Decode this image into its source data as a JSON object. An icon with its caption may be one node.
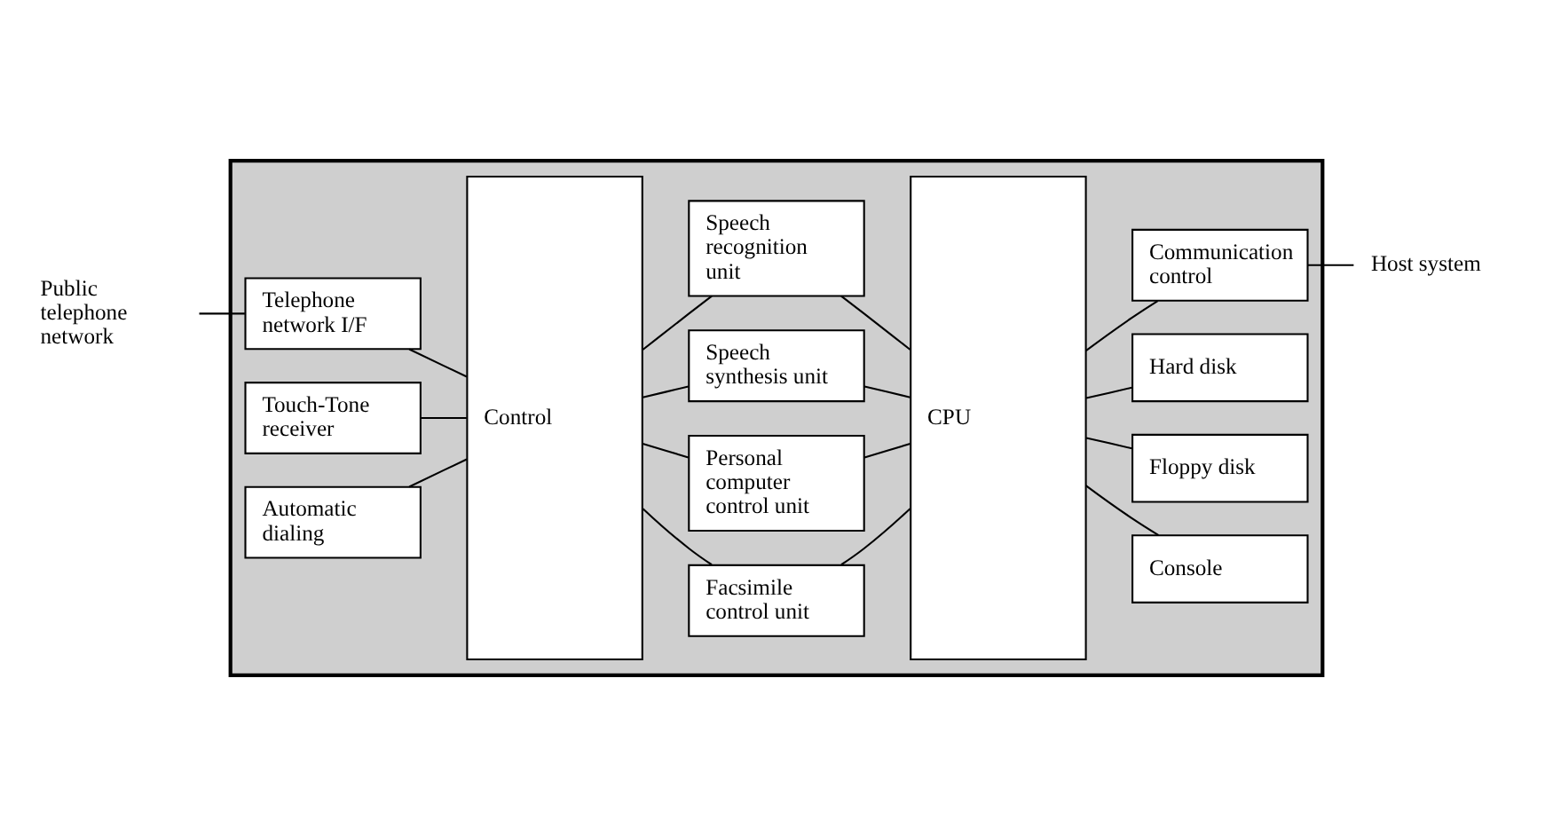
{
  "diagram": {
    "nodes": [
      {
        "text": [],
        "shape": "box"
      },
      {
        "text": [
          "Public telephone network"
        ]
      },
      {
        "text": [
          "Telephone network I/F"
        ],
        "in": 0
      },
      {
        "text": [
          "Touch-Tone receiver"
        ],
        "in": 0
      },
      {
        "text": [
          "Automatic dialing"
        ],
        "in": 0
      },
      {
        "text": [
          "Control"
        ],
        "in": 0
      },
      {
        "text": [
          "Speech recognition unit"
        ],
        "in": 0
      },
      {
        "text": [
          "Speech synthesis unit"
        ],
        "in": 0
      },
      {
        "text": [
          "Personal computer control unit"
        ],
        "in": 0
      },
      {
        "text": [
          "Facsimile control unit"
        ],
        "in": 0
      },
      {
        "text": [
          "CPU"
        ],
        "in": 0
      },
      {
        "text": [
          "Communication control"
        ],
        "in": 0
      },
      {
        "text": [
          "Hard disk"
        ],
        "in": 0
      },
      {
        "text": [
          "Floppy disk"
        ],
        "in": 0
      },
      {
        "text": [
          "Console"
        ],
        "in": 0
      },
      {
        "text": [
          "Host system"
        ]
      }
    ],
    "edges": [
      {
        "from": 1,
        "to": 2,
        "arrow": "none"
      },
      {
        "from": 2,
        "to": 5,
        "arrow": "none"
      },
      {
        "from": 3,
        "to": 5,
        "arrow": "none"
      },
      {
        "from": 4,
        "to": 5,
        "arrow": "none"
      },
      {
        "from": 5,
        "to": 6,
        "arrow": "none"
      },
      {
        "from": 5,
        "to": 7,
        "arrow": "none"
      },
      {
        "from": 5,
        "to": 8,
        "arrow": "none"
      },
      {
        "from": 5,
        "to": 9,
        "arrow": "none"
      },
      {
        "from": 6,
        "to": 10,
        "arrow": "none"
      },
      {
        "from": 7,
        "to": 10,
        "arrow": "none"
      },
      {
        "from": 8,
        "to": 10,
        "arrow": "none"
      },
      {
        "from": 9,
        "to": 10,
        "arrow": "none"
      },
      {
        "from": 10,
        "to": 11,
        "arrow": "none"
      },
      {
        "from": 10,
        "to": 12,
        "arrow": "none"
      },
      {
        "from": 10,
        "to": 13,
        "arrow": "none"
      },
      {
        "from": 10,
        "to": 14,
        "arrow": "none"
      },
      {
        "from": 11,
        "to": 15,
        "arrow": "none"
      }
    ]
  }
}
